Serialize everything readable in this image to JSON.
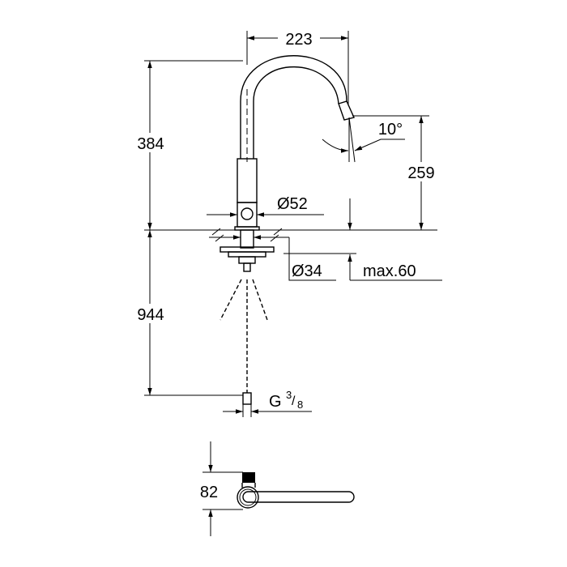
{
  "title": "Kitchen faucet technical drawing",
  "dimensions": {
    "spout_reach": "223",
    "spout_angle": "10°",
    "total_height": "384",
    "spout_height": "259",
    "body_diameter": "Ø52",
    "mount_diameter": "Ø34",
    "max_counter_thickness": "max.60",
    "hose_length": "944",
    "connection_g": "G",
    "connection_num": "3",
    "connection_den": "8",
    "handle_depth": "82"
  }
}
